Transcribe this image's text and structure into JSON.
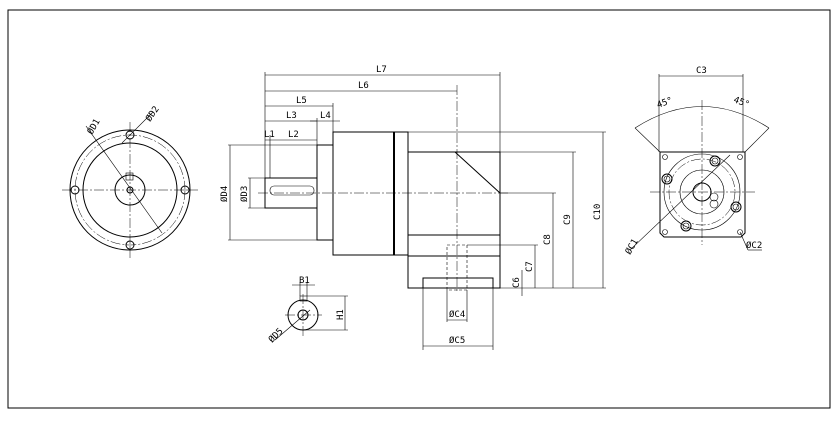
{
  "front_view": {
    "d1": "ØD1",
    "d2": "ØD2"
  },
  "side_view": {
    "l1": "L1",
    "l2": "L2",
    "l3": "L3",
    "l4": "L4",
    "l5": "L5",
    "l6": "L6",
    "l7": "L7",
    "d3": "ØD3",
    "d4": "ØD4",
    "c4": "ØC4",
    "c5": "ØC5",
    "c6": "C6",
    "c7": "C7",
    "c8": "C8",
    "c9": "C9",
    "c10": "C10"
  },
  "shaft_section": {
    "b1": "B1",
    "h1": "H1",
    "d5": "ØD5"
  },
  "flange_view": {
    "c1": "ØC1",
    "c2": "ØC2",
    "c3": "C3",
    "angle_left": "45°",
    "angle_right": "45°"
  }
}
